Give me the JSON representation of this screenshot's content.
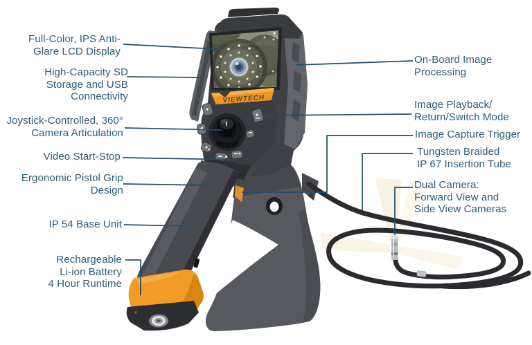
{
  "device": {
    "brand": "VIEWTECH"
  },
  "callouts": {
    "left": [
      {
        "id": "lcd-display",
        "lines": [
          "Full-Color, IPS Anti-",
          "Glare LCD Display"
        ]
      },
      {
        "id": "sd-storage",
        "lines": [
          "High-Capacity SD",
          "Storage and USB",
          "Connectivity"
        ]
      },
      {
        "id": "joystick",
        "lines": [
          "Joystick-Controlled, 360°",
          "Camera Articulation"
        ]
      },
      {
        "id": "video-start-stop",
        "lines": [
          "Video Start-Stop"
        ]
      },
      {
        "id": "pistol-grip",
        "lines": [
          "Ergonomic Pistol Grip",
          "Design"
        ]
      },
      {
        "id": "base-unit",
        "lines": [
          "IP 54 Base Unit"
        ]
      },
      {
        "id": "battery",
        "lines": [
          "Rechargeable",
          "Li-ion Battery",
          "4 Hour Runtime"
        ]
      }
    ],
    "right": [
      {
        "id": "image-processing",
        "lines": [
          "On-Board Image",
          "Processing"
        ]
      },
      {
        "id": "playback",
        "lines": [
          "Image Playback/",
          "Return/Switch Mode"
        ]
      },
      {
        "id": "capture-trigger",
        "lines": [
          "Image Capture Trigger"
        ]
      },
      {
        "id": "insertion-tube",
        "lines": [
          "Tungsten Braided",
          "IP 67 Insertion Tube"
        ]
      },
      {
        "id": "dual-camera",
        "lines": [
          "Dual Camera:",
          "Forward View and",
          "Side View Cameras"
        ]
      }
    ]
  },
  "colors": {
    "background": "#ffffff",
    "label_text": "#2b5b79",
    "leader_line": "#1f4e6d",
    "accent_orange": "#f09521",
    "device_dark": "#3f4146",
    "device_mid": "#56595e",
    "cable_black": "#2a2b2e",
    "light_beam": "#f5ebcf",
    "screen_olive": "#878a72",
    "hub_blue": "#8fa6bc"
  }
}
